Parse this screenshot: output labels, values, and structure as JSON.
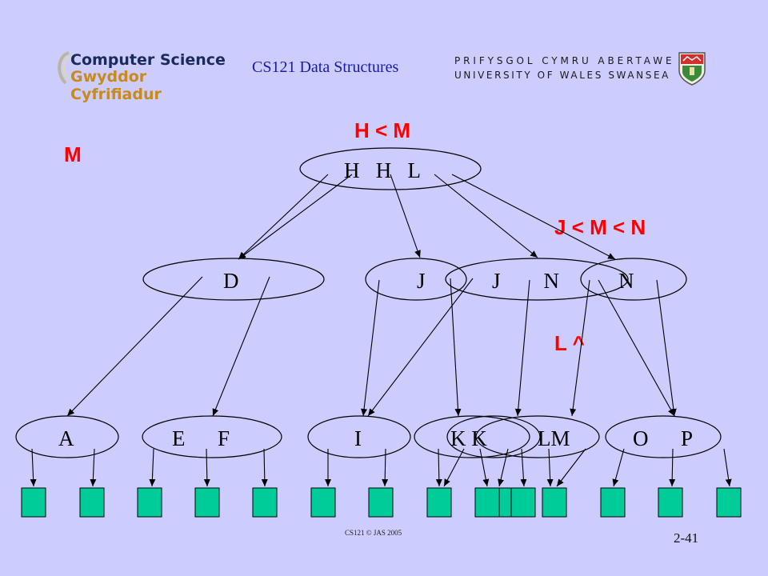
{
  "header": {
    "logo_line1": "Computer Science",
    "logo_line2": "Gwyddor Cyfrifiadur",
    "course_title": "CS121 Data Structures",
    "university_line1": "PRIFYSGOL CYMRU ABERTAWE",
    "university_line2": "UNIVERSITY OF WALES SWANSEA"
  },
  "annotations": {
    "insert_key": "M",
    "root_compare": "H < M",
    "child_compare": "J < M < N",
    "leaf_marker": "L ^"
  },
  "tree": {
    "root_keys": "H   H   L",
    "level1": {
      "node_d": "D",
      "node_j": "J",
      "node_jn": "J        N",
      "node_n": "N"
    },
    "leaves": {
      "leaf_a": "A",
      "leaf_ef": "E      F",
      "leaf_i": "I",
      "leaf_kk": "K K",
      "leaf_lm": "LM",
      "leaf_op": "O      P"
    }
  },
  "colors": {
    "background": "#ccccff",
    "annotation": "#ff0000",
    "record_box": "#00cc99"
  },
  "footer": {
    "copyright": "CS121 © JAS 2005",
    "page_number": "2-41"
  }
}
